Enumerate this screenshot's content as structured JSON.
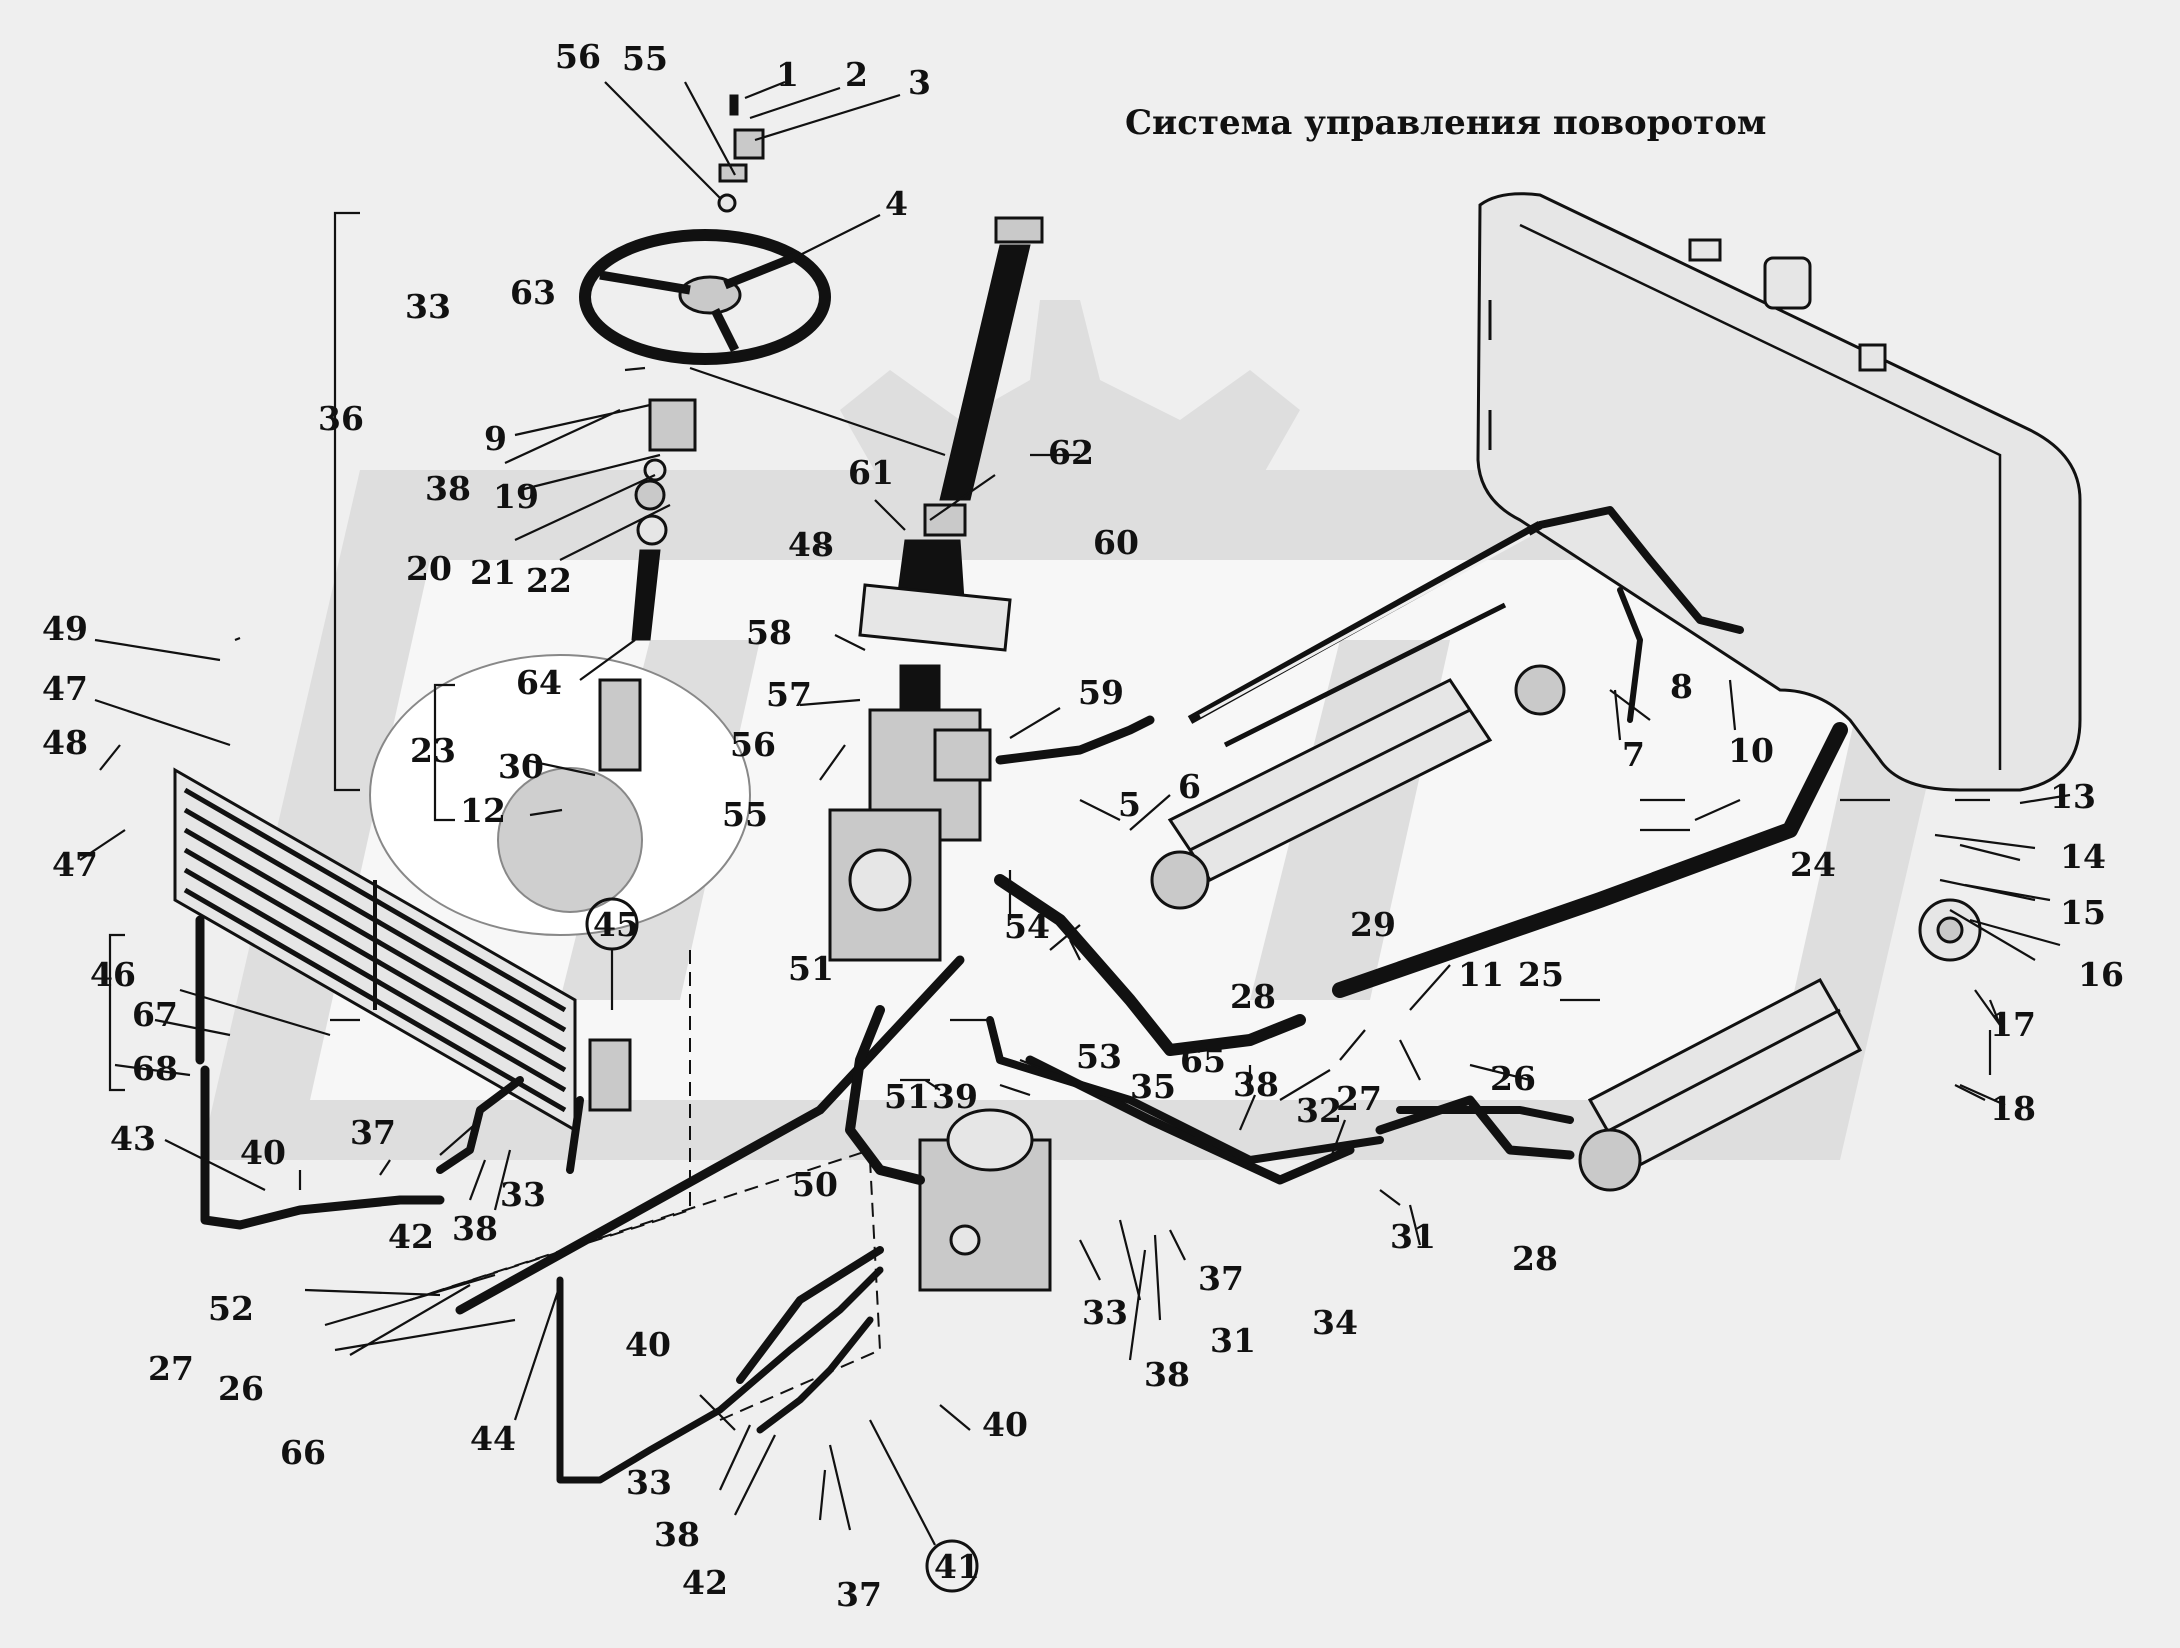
{
  "title": "Система управления поворотом",
  "callouts": {
    "c1": "1",
    "c2": "2",
    "c3": "3",
    "c4": "4",
    "c5": "5",
    "c6": "6",
    "c7": "7",
    "c8": "8",
    "c9": "9",
    "c10": "10",
    "c11": "11",
    "c12": "12",
    "c13": "13",
    "c14": "14",
    "c15": "15",
    "c16": "16",
    "c17": "17",
    "c18": "18",
    "c19": "19",
    "c20": "20",
    "c21": "21",
    "c22": "22",
    "c23": "23",
    "c24": "24",
    "c25": "25",
    "c26a": "26",
    "c26b": "26",
    "c27a": "27",
    "c27b": "27",
    "c28a": "28",
    "c28b": "28",
    "c29": "29",
    "c30": "30",
    "c31a": "31",
    "c31b": "31",
    "c32": "32",
    "c33a": "33",
    "c33b": "33",
    "c33c": "33",
    "c33d": "33",
    "c34": "34",
    "c35": "35",
    "c36": "36",
    "c37a": "37",
    "c37b": "37",
    "c37c": "37",
    "c38a": "38",
    "c38b": "38",
    "c38c": "38",
    "c38d": "38",
    "c38e": "38",
    "c39": "39",
    "c40a": "40",
    "c40b": "40",
    "c40c": "40",
    "c41": "41",
    "c42a": "42",
    "c42b": "42",
    "c43": "43",
    "c44": "44",
    "c45": "45",
    "c46": "46",
    "c47a": "47",
    "c47b": "47",
    "c48a": "48",
    "c48b": "48",
    "c49": "49",
    "c50": "50",
    "c51a": "51",
    "c51b": "51",
    "c52": "52",
    "c53": "53",
    "c54": "54",
    "c55a": "55",
    "c55b": "55",
    "c56a": "56",
    "c56b": "56",
    "c57": "57",
    "c58": "58",
    "c59": "59",
    "c60": "60",
    "c61": "61",
    "c62": "62",
    "c63": "63",
    "c64": "64",
    "c65": "65",
    "c66": "66",
    "c67": "67",
    "c68": "68"
  }
}
